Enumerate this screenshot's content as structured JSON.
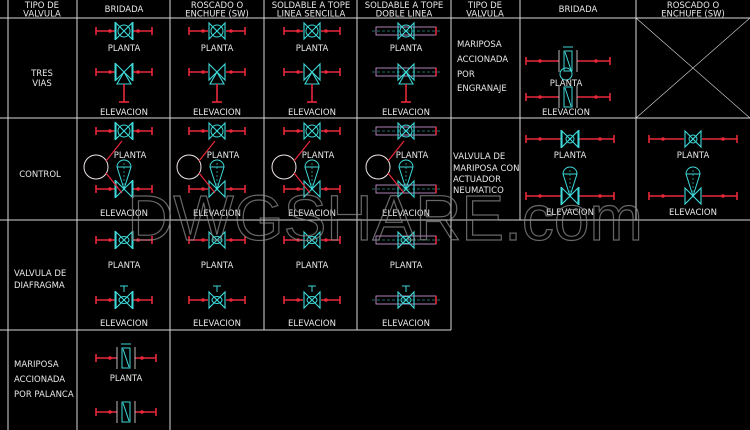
{
  "headers": {
    "left": [
      "TIPO DE",
      "VALVULA",
      "BRIDADA",
      "ROSCADO O",
      "ENCHUFE (SW)",
      "SOLDABLE A TOPE",
      "LINEA SENCILLA",
      "SOLDABLE A TOPE",
      "DOBLE LINEA"
    ],
    "right": [
      "TIPO DE",
      "VALVULA",
      "BRIDADA",
      "ROSCADO O",
      "ENCHUFE (SW)"
    ]
  },
  "rows": {
    "tres_vias": [
      "TRES",
      "VIAS"
    ],
    "control": "CONTROL",
    "diafragma": [
      "VALVULA DE",
      "DIAFRAGMA"
    ],
    "mariposa_palanca": [
      "MARIPOSA",
      "ACCIONADA",
      "POR PALANCA"
    ],
    "mariposa_engranaje": [
      "MARIPOSA",
      "ACCIONADA",
      "POR",
      "ENGRANAJE"
    ],
    "mariposa_neumatico": [
      "VALVULA DE",
      "MARIPOSA CON",
      "ACTUADOR",
      "NEUMATICO"
    ]
  },
  "labels": {
    "planta": "PLANTA",
    "elevacion": "ELEVACION"
  },
  "watermark": "DWGSHARE.com",
  "colors": {
    "background": "#000000",
    "valve": "#3fd9d9",
    "pipe": "#e8283a",
    "grid": "#d8d8d8",
    "text": "#e8e8e8",
    "instrument": "#f0e6e6"
  }
}
